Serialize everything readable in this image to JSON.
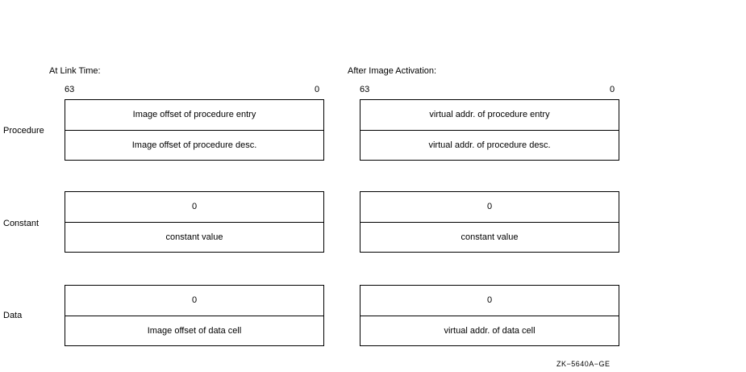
{
  "headers": {
    "left": "At Link Time:",
    "right": "After Image Activation:"
  },
  "bits": {
    "left_high": "63",
    "left_low": "0",
    "right_high": "63",
    "right_low": "0"
  },
  "rows": [
    {
      "label": "Procedure",
      "left": [
        "Image offset of procedure entry",
        "Image offset of procedure desc."
      ],
      "right": [
        "virtual addr. of procedure entry",
        "virtual addr. of procedure desc."
      ]
    },
    {
      "label": "Constant",
      "left": [
        "0",
        "constant value"
      ],
      "right": [
        "0",
        "constant value"
      ]
    },
    {
      "label": "Data",
      "left": [
        "0",
        "Image offset of data cell"
      ],
      "right": [
        "0",
        "virtual addr. of data cell"
      ]
    }
  ],
  "figure_id": "ZK−5640A−GE"
}
